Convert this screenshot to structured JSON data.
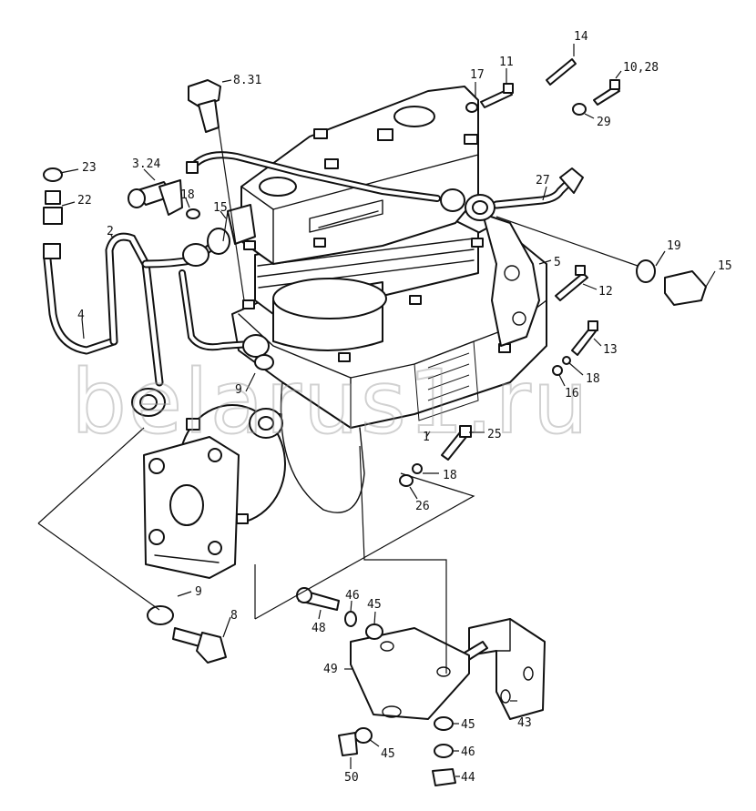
{
  "watermark": "belarus1.ru",
  "callouts": {
    "c831": "8.31",
    "c14": "14",
    "c17": "17",
    "c11": "11",
    "c1028": "10,28",
    "c29": "29",
    "c23": "23",
    "c22": "22",
    "c324": "3.24",
    "c18a": "18",
    "c15a": "15",
    "c2": "2",
    "c27": "27",
    "c5": "5",
    "c19": "19",
    "c15b": "15",
    "c12": "12",
    "c4": "4",
    "c13": "13",
    "c18b": "18",
    "c16": "16",
    "c9a": "9",
    "c25": "25",
    "c1": "1",
    "c18c": "18",
    "c26": "26",
    "c9b": "9",
    "c8": "8",
    "c46a": "46",
    "c45a": "45",
    "c48": "48",
    "c49": "49",
    "c43": "43",
    "c45b": "45",
    "c45c": "45",
    "c46b": "46",
    "c50": "50",
    "c44": "44"
  }
}
